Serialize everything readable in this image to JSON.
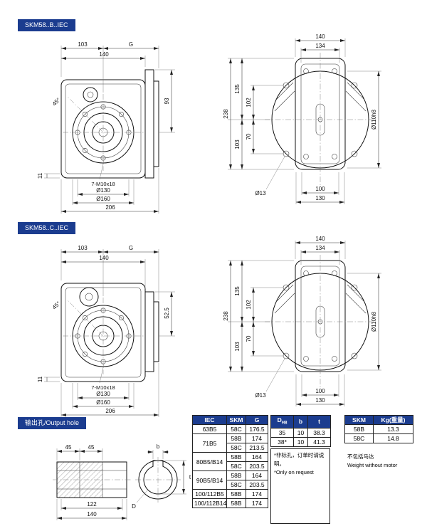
{
  "colors": {
    "accent": "#1b3c8f",
    "line": "#111111"
  },
  "badges": {
    "b": "SKM58..B..IEC",
    "c": "SKM58..C..IEC",
    "out": "输出孔/Output hole"
  },
  "b_left": {
    "d103": "103",
    "dG": "G",
    "d140": "140",
    "d93": "93",
    "ang": "45°",
    "bolt": "7-M10x18",
    "d130": "Ø130",
    "d160": "Ø160",
    "d11": "11",
    "d206": "206"
  },
  "b_right": {
    "d140": "140",
    "d134": "134",
    "d238": "238",
    "d135": "135",
    "d102": "102",
    "d103": "103",
    "d70": "70",
    "d110": "Ø110h8",
    "d13": "Ø13",
    "d100": "100",
    "d130": "130"
  },
  "c_left": {
    "d103": "103",
    "dG": "G",
    "d140": "140",
    "d525": "52.5",
    "ang": "45°",
    "bolt": "7-M10x18",
    "d130": "Ø130",
    "d160": "Ø160",
    "d11": "11",
    "d206": "206"
  },
  "c_right": {
    "d140": "140",
    "d134": "134",
    "d238": "238",
    "d135": "135",
    "d102": "102",
    "d103": "103",
    "d70": "70",
    "d110": "Ø110h8",
    "d13": "Ø13",
    "d100": "100",
    "d130": "130"
  },
  "out": {
    "d45a": "45",
    "d45b": "45",
    "d122": "122",
    "d140": "140",
    "b": "b",
    "t": "t",
    "D": "D"
  },
  "t1": {
    "h": [
      "IEC",
      "SKM",
      "G"
    ],
    "r0": [
      "63B5",
      "58C",
      "176.5"
    ],
    "r1": [
      "71B5",
      "58B",
      "174"
    ],
    "r2": [
      "58C",
      "213.5"
    ],
    "r3": [
      "80B5/B14",
      "58B",
      "164"
    ],
    "r4": [
      "58C",
      "203.5"
    ],
    "r5": [
      "90B5/B14",
      "58B",
      "164"
    ],
    "r6": [
      "58C",
      "203.5"
    ],
    "r7": [
      "100/112B5",
      "58B",
      "174"
    ],
    "r8": [
      "100/112B14",
      "58B",
      "174"
    ]
  },
  "t2": {
    "hD": "D",
    "hDsub": "H8",
    "hb": "b",
    "ht": "t",
    "r0": [
      "35",
      "10",
      "38.3"
    ],
    "r1": [
      "38*",
      "10",
      "41.3"
    ],
    "note_cn": "*非标孔，订单时请说明。",
    "note_en": "*Only on request"
  },
  "t3": {
    "h": [
      "SKM",
      "Kg(重量)"
    ],
    "r0": [
      "58B",
      "13.3"
    ],
    "r1": [
      "58C",
      "14.8"
    ],
    "note_cn": "不包括马达",
    "note_en": "Weight without motor"
  }
}
